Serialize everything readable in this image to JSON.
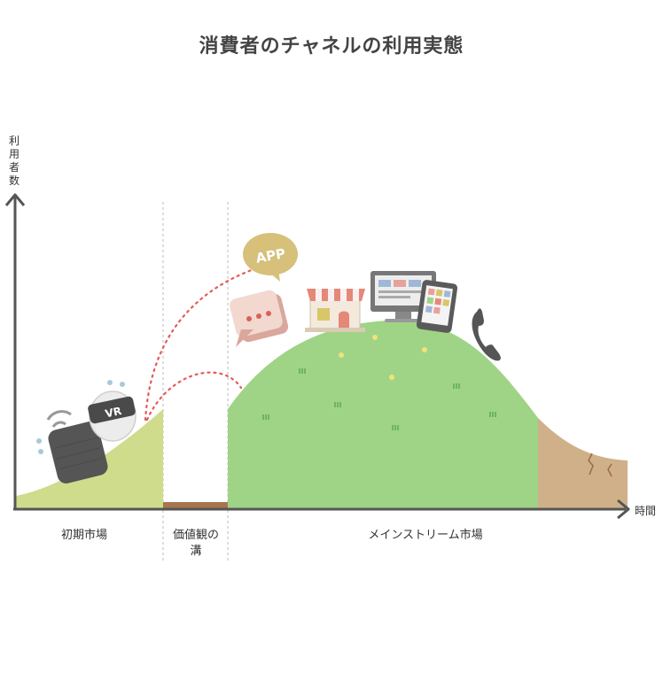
{
  "title": "消費者のチャネルの利用実態",
  "axes": {
    "y_label": "利用者数",
    "x_label": "時間"
  },
  "segments": {
    "early_market": "初期市場",
    "chasm_line1": "価値観の",
    "chasm_line2": "溝",
    "mainstream_market": "メインストリーム市場"
  },
  "icons": {
    "app_bubble_text": "APP",
    "vr_text": "VR",
    "list": [
      "smart-speaker-icon",
      "vr-headset-icon",
      "chat-bubble-icon",
      "app-bubble-icon",
      "shop-icon",
      "desktop-icon",
      "tablet-icon",
      "smartphone-icon",
      "telephone-icon"
    ]
  },
  "colors": {
    "early_fill": "#cfdc8c",
    "mainstream_fill": "#9fd486",
    "decline_fill": "#cfb088",
    "chasm_bar": "#a8754e",
    "axis": "#555555",
    "dotted_arc": "#e45a5a",
    "divider": "#bbbbbb"
  }
}
